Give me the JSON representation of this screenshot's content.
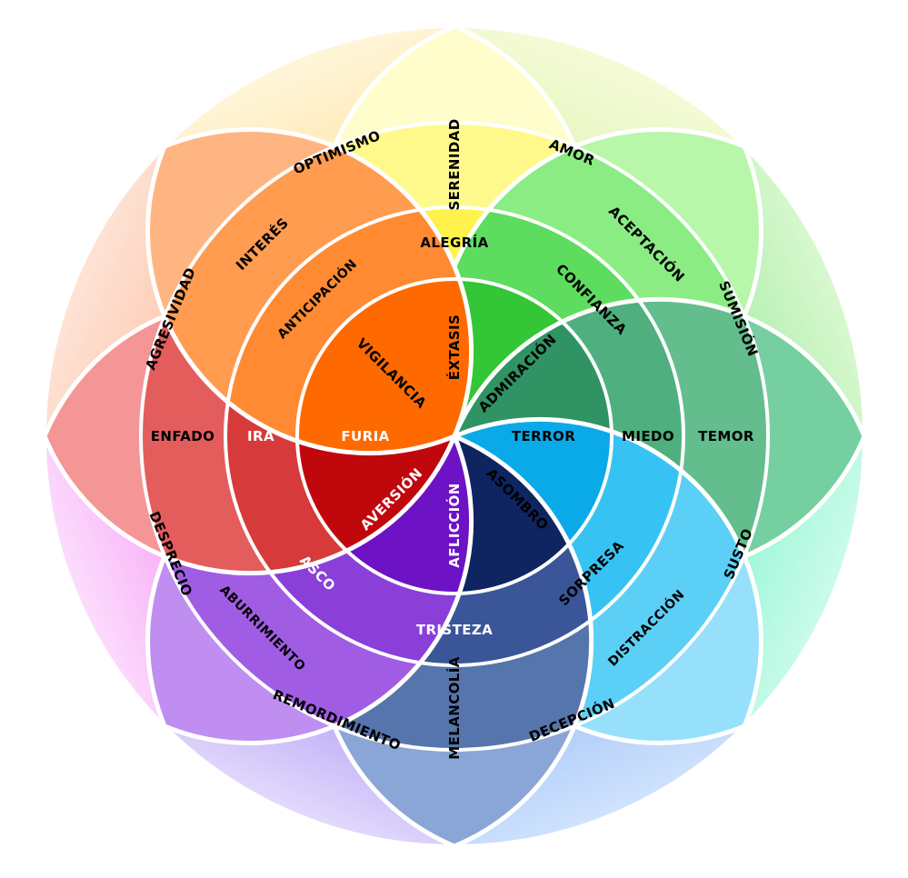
{
  "wheel": {
    "petals": [
      {
        "key": "alegria",
        "angle": -90,
        "levels": [
          {
            "label": "ÉXTASIS",
            "color": "#FFE81A",
            "text": "#000000"
          },
          {
            "label": "ALEGRÍA",
            "color": "#FFF24D",
            "text": "#000000"
          },
          {
            "label": "SERENIDAD",
            "color": "#FFF98C",
            "text": "#000000"
          },
          {
            "label": "",
            "color": "#FFFDCB",
            "text": "#000000"
          }
        ]
      },
      {
        "key": "confianza",
        "angle": -45,
        "levels": [
          {
            "label": "ADMIRACIÓN",
            "color": "#33C636",
            "text": "#000000"
          },
          {
            "label": "CONFIANZA",
            "color": "#5EDC5F",
            "text": "#000000"
          },
          {
            "label": "ACEPTACIÓN",
            "color": "#8BEC84",
            "text": "#000000"
          },
          {
            "label": "",
            "color": "#B8F6A9",
            "text": "#000000"
          }
        ]
      },
      {
        "key": "miedo",
        "angle": 0,
        "levels": [
          {
            "label": "TERROR",
            "color": "#2F9363",
            "text": "#000000"
          },
          {
            "label": "MIEDO",
            "color": "#4FAF7F",
            "text": "#000000"
          },
          {
            "label": "TEMOR",
            "color": "#63BD8D",
            "text": "#000000"
          },
          {
            "label": "",
            "color": "#76CFA0",
            "text": "#000000"
          }
        ]
      },
      {
        "key": "sorpresa",
        "angle": 45,
        "levels": [
          {
            "label": "ASOMBRO",
            "color": "#0AA9E8",
            "text": "#000000"
          },
          {
            "label": "SORPRESA",
            "color": "#36C3F3",
            "text": "#000000"
          },
          {
            "label": "DISTRACCIÓN",
            "color": "#5CCFF6",
            "text": "#000000"
          },
          {
            "label": "",
            "color": "#96E0FB",
            "text": "#000000"
          }
        ]
      },
      {
        "key": "tristeza",
        "angle": 90,
        "levels": [
          {
            "label": "AFLICCIÓN",
            "color": "#0E2561",
            "text": "#ffffff"
          },
          {
            "label": "TRISTEZA",
            "color": "#3A5699",
            "text": "#ffffff"
          },
          {
            "label": "MELANCOLÍA",
            "color": "#5675AC",
            "text": "#000000"
          },
          {
            "label": "",
            "color": "#8AA6D6",
            "text": "#000000"
          }
        ]
      },
      {
        "key": "asco",
        "angle": 135,
        "levels": [
          {
            "label": "AVERSIÓN",
            "color": "#6D12C5",
            "text": "#ffffff"
          },
          {
            "label": "ASCO",
            "color": "#8A3FD9",
            "text": "#ffffff"
          },
          {
            "label": "ABURRIMIENTO",
            "color": "#A05DE4",
            "text": "#000000"
          },
          {
            "label": "",
            "color": "#C08EF0",
            "text": "#000000"
          }
        ]
      },
      {
        "key": "ira",
        "angle": 180,
        "levels": [
          {
            "label": "FURIA",
            "color": "#C0080C",
            "text": "#ffffff"
          },
          {
            "label": "IRA",
            "color": "#D63A3A",
            "text": "#ffffff"
          },
          {
            "label": "ENFADO",
            "color": "#E45D5D",
            "text": "#000000"
          },
          {
            "label": "",
            "color": "#F49696",
            "text": "#000000"
          }
        ]
      },
      {
        "key": "anticipacion",
        "angle": -135,
        "levels": [
          {
            "label": "VIGILANCIA",
            "color": "#FF6A00",
            "text": "#000000"
          },
          {
            "label": "ANTICIPACIÓN",
            "color": "#FF8A31",
            "text": "#000000"
          },
          {
            "label": "INTERÉS",
            "color": "#FF9C50",
            "text": "#000000"
          },
          {
            "label": "",
            "color": "#FFB582",
            "text": "#000000"
          }
        ]
      }
    ],
    "dyads": [
      {
        "label": "AMOR",
        "angle": -67.5,
        "colors": [
          "#C8EE96",
          "#F6FBD8"
        ]
      },
      {
        "label": "SUMISIÓN",
        "angle": -22.5,
        "colors": [
          "#6FE07A",
          "#D9F8CF"
        ]
      },
      {
        "label": "SUSTO",
        "angle": 22.5,
        "colors": [
          "#3FF0B4",
          "#CCFBEA"
        ]
      },
      {
        "label": "DECEPCIÓN",
        "angle": 67.5,
        "colors": [
          "#6FA2F3",
          "#D0E3FD"
        ]
      },
      {
        "label": "REMORDIMIENTO",
        "angle": 112.5,
        "colors": [
          "#7E5CF0",
          "#E3DAFC"
        ]
      },
      {
        "label": "DESPRECIO",
        "angle": 157.5,
        "colors": [
          "#F159F2",
          "#FCDDFC"
        ]
      },
      {
        "label": "AGRESIVIDAD",
        "angle": -157.5,
        "colors": [
          "#FF9E7D",
          "#FEE4D6"
        ]
      },
      {
        "label": "OPTIMISMO",
        "angle": -112.5,
        "colors": [
          "#FFD37A",
          "#FFF6DA"
        ]
      }
    ],
    "stroke_color": "#ffffff"
  }
}
